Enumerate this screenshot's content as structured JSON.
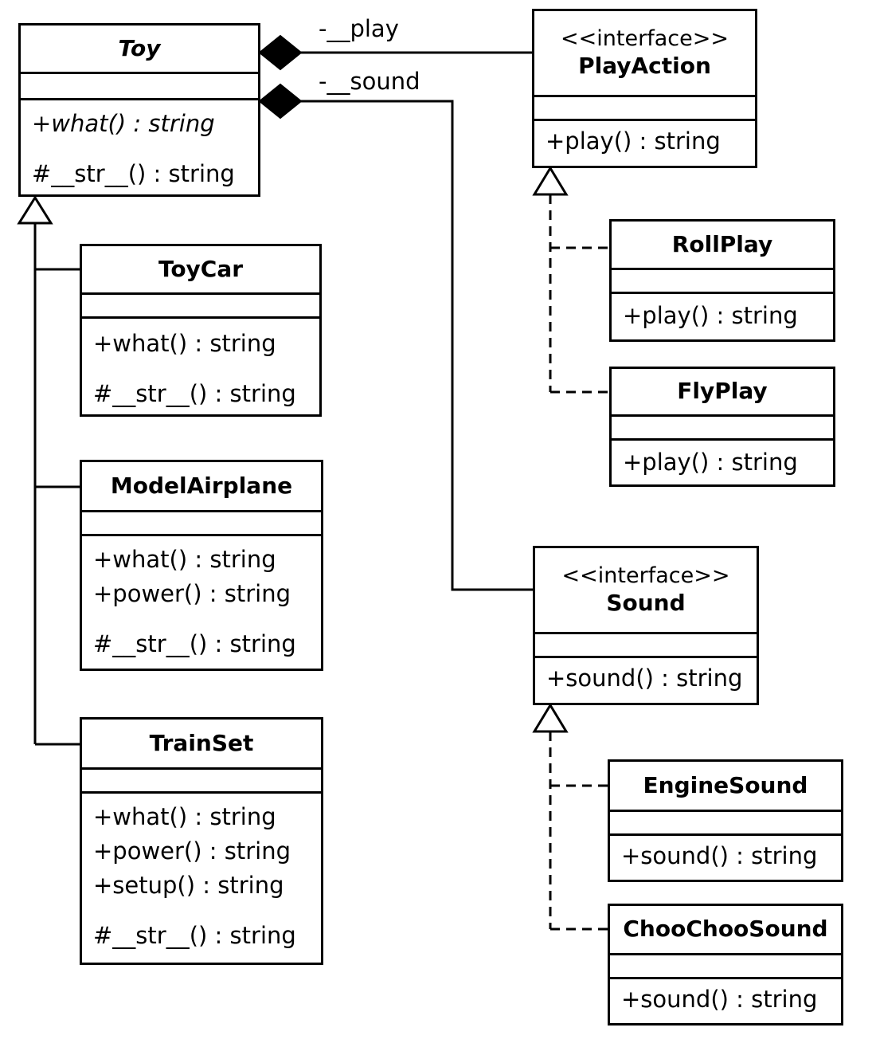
{
  "diagram_title": "",
  "classes": {
    "toy": {
      "name": "Toy",
      "abstract": true,
      "operations": [
        "+what() : string",
        "#__str__() : string"
      ]
    },
    "toycar": {
      "name": "ToyCar",
      "operations": [
        "+what() : string",
        "#__str__() : string"
      ]
    },
    "modelairplane": {
      "name": "ModelAirplane",
      "operations": [
        "+what() : string",
        "+power() : string",
        "#__str__() : string"
      ]
    },
    "trainset": {
      "name": "TrainSet",
      "operations": [
        "+what() : string",
        "+power() : string",
        "+setup() : string",
        "#__str__() : string"
      ]
    },
    "playaction": {
      "stereotype": "<<interface>>",
      "name": "PlayAction",
      "operations": [
        "+play() : string"
      ]
    },
    "rollplay": {
      "name": "RollPlay",
      "operations": [
        "+play() : string"
      ]
    },
    "flyplay": {
      "name": "FlyPlay",
      "operations": [
        "+play() : string"
      ]
    },
    "sound": {
      "stereotype": "<<interface>>",
      "name": "Sound",
      "operations": [
        "+sound() : string"
      ]
    },
    "enginesound": {
      "name": "EngineSound",
      "operations": [
        "+sound() : string"
      ]
    },
    "choochoosound": {
      "name": "ChooChooSound",
      "operations": [
        "+sound() : string"
      ]
    }
  },
  "relationships": [
    {
      "type": "composition",
      "from": "Toy",
      "to": "PlayAction",
      "role": "-__play"
    },
    {
      "type": "composition",
      "from": "Toy",
      "to": "Sound",
      "role": "-__sound"
    },
    {
      "type": "generalization",
      "from": "ToyCar",
      "to": "Toy"
    },
    {
      "type": "generalization",
      "from": "ModelAirplane",
      "to": "Toy"
    },
    {
      "type": "generalization",
      "from": "TrainSet",
      "to": "Toy"
    },
    {
      "type": "realization",
      "from": "RollPlay",
      "to": "PlayAction"
    },
    {
      "type": "realization",
      "from": "FlyPlay",
      "to": "PlayAction"
    },
    {
      "type": "realization",
      "from": "EngineSound",
      "to": "Sound"
    },
    {
      "type": "realization",
      "from": "ChooChooSound",
      "to": "Sound"
    }
  ],
  "colors": {
    "line": "#000000",
    "background": "#ffffff"
  }
}
